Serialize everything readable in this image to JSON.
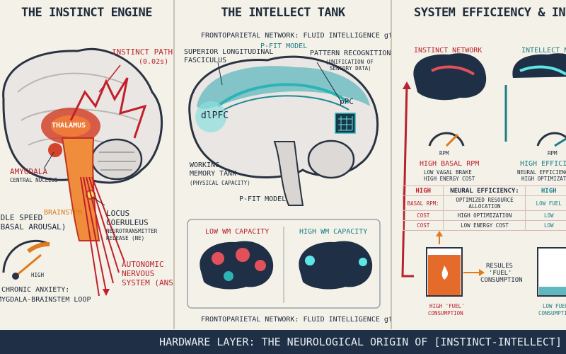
{
  "colors": {
    "red": "#b8222c",
    "teal": "#1d7d86",
    "orange": "#e07b1a",
    "navy": "#1f2f45"
  },
  "panel1": {
    "title": "THE INSTINCT ENGINE",
    "instinct_path": "INSTINCT PATH",
    "instinct_time": "(0.02s)",
    "thalamus": "THALAMUS",
    "amygdala": "AMYGDALA",
    "amygdala_sub": "CENTRAL NUCLEUS",
    "brainstem": "BRAINSTEM",
    "idle_speed": "IDLE SPEED",
    "basal_arousal": "(BASAL AROUSAL)",
    "gauge_high": "HIGH",
    "chronic_anxiety": "CHRONIC ANXIETY:",
    "loop": "AMYGDALA-BRAINSTEM LOOP",
    "locus": "LOCUS",
    "coeruleus": "COERULEUS",
    "neuro1": "NEUROTRANSMITTER",
    "neuro2": "RELEASE (NE)",
    "autonomic1": "AUTONOMIC",
    "autonomic2": "NERVOUS",
    "autonomic3": "SYSTEM (ANS)"
  },
  "panel2": {
    "title": "THE INTELLECT TANK",
    "subtitle": "FRONTOPARIETAL NETWORK: FLUID INTELLIGENCE gf",
    "slf1": "SUPERIOR LONGITUDINAL",
    "slf2": "FASCICULUS",
    "pfit_top": "P-FIT MODEL",
    "pattern": "PATTERN RECOGNITION",
    "pattern_sub1": "(UNIFICATION OF",
    "pattern_sub2": "SENSORY DATA)",
    "dlpfc": "dlPFC",
    "ppc": "pPC",
    "wm1": "WORKING",
    "wm2": "MEMORY TANK",
    "wm3": "(PHYSICAL CAPACITY)",
    "pfit_bottom": "P-FIT MODEL",
    "low_wm": "LOW WM CAPACITY",
    "high_wm": "HIGH WM CAPACITY",
    "bottom_caption": "FRONTOPARIETAL NETWORK: FLUID INTELLIGENCE gf"
  },
  "panel3": {
    "title": "SYSTEM EFFICIENCY & INTEGRATION",
    "instinct_network": "INSTINCT NETWORK",
    "intellect_network": "INTELLECT NETWORK",
    "rpm_left": "RPM",
    "rpm_right": "RPM",
    "high_basal_rpm": "HIGH BASAL RPM",
    "low_vagal": "LOW VAGAL BRAKE",
    "high_energy": "HIGH ENERGY COST",
    "high_efficiency": "HIGH EFFICIENCY",
    "neural_eff_sub": "NEURAL EFFICIENCY H",
    "high_optim_sub": "HIGH OPTIMIZATION",
    "table": [
      [
        "HIGH",
        "NEURAL EFFICIENCY:",
        "HIGH"
      ],
      [
        "BASAL RPM:",
        "OPTIMIZED RESOURCE ALLOCATION",
        "LOW FUEL"
      ],
      [
        "COST",
        "HIGH OPTIMIZATION",
        "LOW"
      ],
      [
        "COST",
        "LOW ENERGY COST",
        "LOW"
      ]
    ],
    "results1": "RESULES",
    "results2": "'FUEL'",
    "results3": "CONSUMPTION",
    "high_fuel1": "HIGH 'FUEL'",
    "high_fuel2": "CONSUMPTION",
    "low_fuel1": "LOW FUEL",
    "low_fuel2": "CONSUMPTION"
  },
  "footer": {
    "text": "HARDWARE LAYER: THE NEUROLOGICAL ORIGIN OF [INSTINCT-INTELLECT]"
  }
}
